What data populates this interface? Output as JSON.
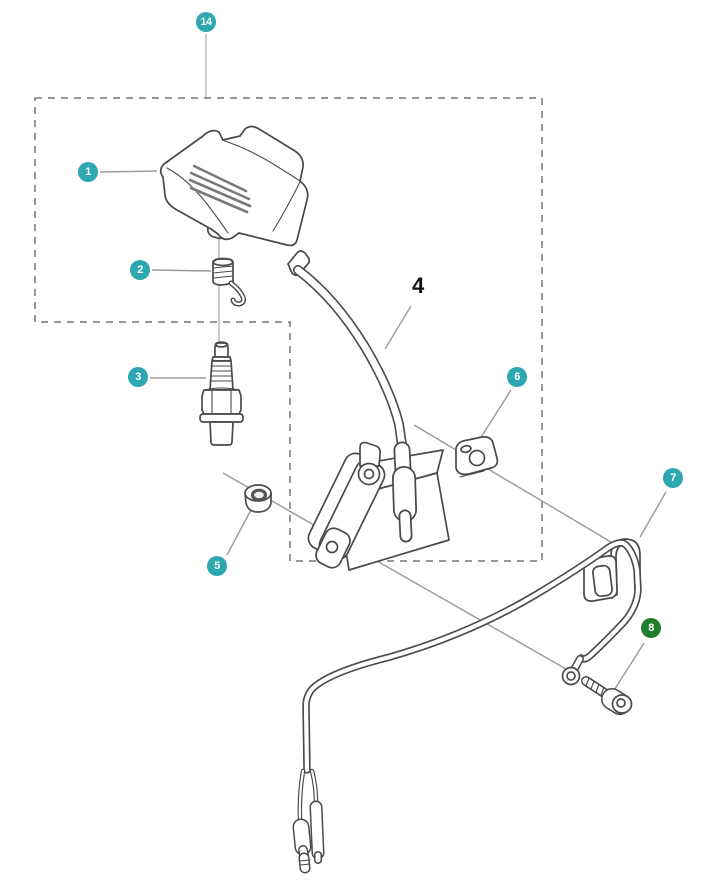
{
  "diagram": {
    "type": "exploded-parts-diagram",
    "background_color": "#ffffff",
    "part_outline_color": "#4a4a4a",
    "leader_line_color": "#9a9a9a",
    "dashed_outline_color": "#8a8a8a",
    "centerline_color": "#b5b5b5",
    "badge_text_color": "#ffffff",
    "badge_colors": {
      "teal": "#2da8b0",
      "green": "#1f7d2b"
    },
    "plain_label_color": "#111111",
    "callouts": [
      {
        "label": "14",
        "style": "teal"
      },
      {
        "label": "1",
        "style": "teal"
      },
      {
        "label": "2",
        "style": "teal"
      },
      {
        "label": "3",
        "style": "teal"
      },
      {
        "label": "4",
        "style": "plain"
      },
      {
        "label": "5",
        "style": "teal"
      },
      {
        "label": "6",
        "style": "teal"
      },
      {
        "label": "7",
        "style": "teal"
      },
      {
        "label": "8",
        "style": "green"
      }
    ]
  }
}
